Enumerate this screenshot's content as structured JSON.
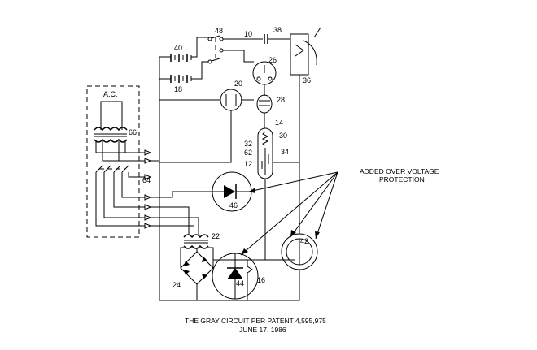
{
  "diagram": {
    "box_label": "A.C.",
    "labels": {
      "n10": "10",
      "n38": "38",
      "n48": "48",
      "n40": "40",
      "n18": "18",
      "n26": "26",
      "n36": "36",
      "n20": "20",
      "n28": "28",
      "n14": "14",
      "n30": "30",
      "n32": "32",
      "n62": "62",
      "n34": "34",
      "n12": "12",
      "n66": "66",
      "n64": "64",
      "n46": "46",
      "n22": "22",
      "n42": "42",
      "n24": "24",
      "n44": "44",
      "n16": "16"
    },
    "annotation": [
      "ADDED OVER VOLTAGE",
      "PROTECTION"
    ],
    "caption": [
      "THE GRAY CIRCUIT PER PATENT 4,595,975",
      "JUNE 17, 1986"
    ]
  }
}
